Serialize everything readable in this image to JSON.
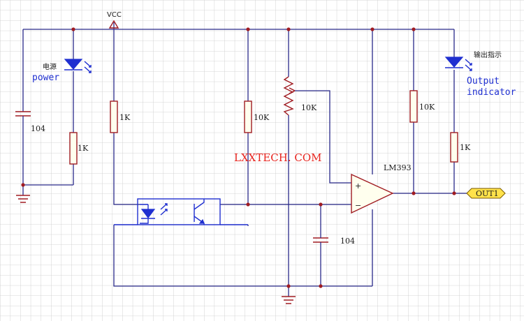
{
  "labels": {
    "vcc": "VCC",
    "power_cn": "电源",
    "power_en": "power",
    "output_cn": "输出指示",
    "output_en_1": "Output",
    "output_en_2": "indicator",
    "cap_left": "104",
    "cap_bottom": "104",
    "r_led_left": "1K",
    "r_opto": "1K",
    "r_10k_mid": "10K",
    "pot_10k": "10K",
    "r_10k_pullup": "10K",
    "r_led_right": "1K",
    "ic": "LM393",
    "plus": "+",
    "minus": "−",
    "out_net": "OUT1",
    "watermark": "LXXTECH. COM"
  },
  "colors": {
    "wire": "#2a2a8a",
    "component": "#a01c22",
    "led": "#1f2fd0",
    "watermark": "#e8241e",
    "grid": "#c9c9c9",
    "net_label_fill": "#ffe24a"
  }
}
